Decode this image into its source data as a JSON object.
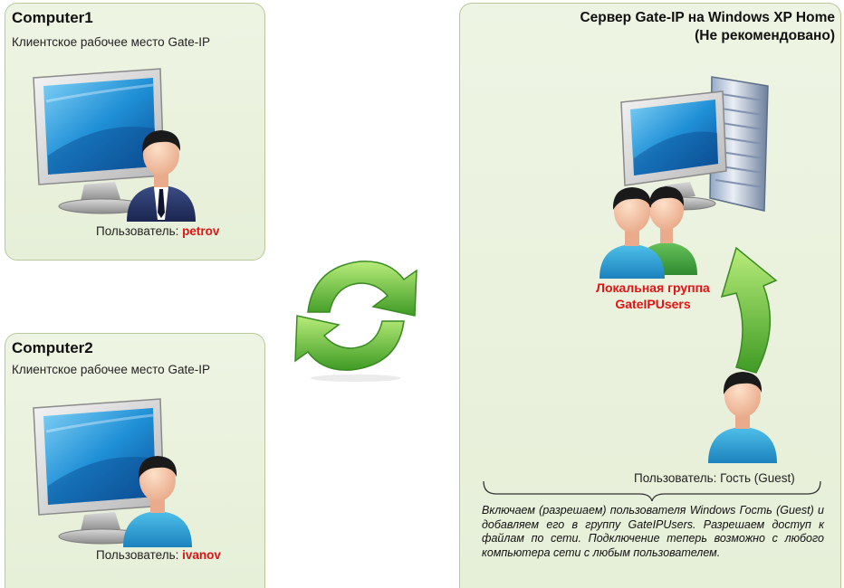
{
  "computer1": {
    "title": "Computer1",
    "subtitle": "Клиентское рабочее место Gate-IP",
    "user_prefix": "Пользователь: ",
    "user_name": "petrov"
  },
  "computer2": {
    "title": "Computer2",
    "subtitle": "Клиентское рабочее место Gate-IP",
    "user_prefix": "Пользователь: ",
    "user_name": "ivanov"
  },
  "server": {
    "title_line1": "Сервер Gate-IP на Windows XP Home",
    "title_line2": "(Не рекомендовано)",
    "group_line1": "Локальная группа",
    "group_line2": "GateIPUsers",
    "guest_user": "Пользователь: Гость (Guest)",
    "note": "Включаем (разрешаем) пользователя Windows Гость (Guest) и добавляем его в группу GateIPUsers. Разрешаем доступ к файлам по сети. Подключение теперь возможно с любого компьютера сети с любым пользователем."
  },
  "colors": {
    "panel_bg": "#e8f0dc",
    "panel_border": "#b9c99c",
    "highlight_red": "#e01414",
    "arrow_green": "#5fb33a"
  },
  "icons": [
    "monitor-icon",
    "business-user-icon",
    "user-icon",
    "sync-arrows-icon",
    "server-tower-icon",
    "user-group-icon",
    "curved-arrow-icon"
  ]
}
